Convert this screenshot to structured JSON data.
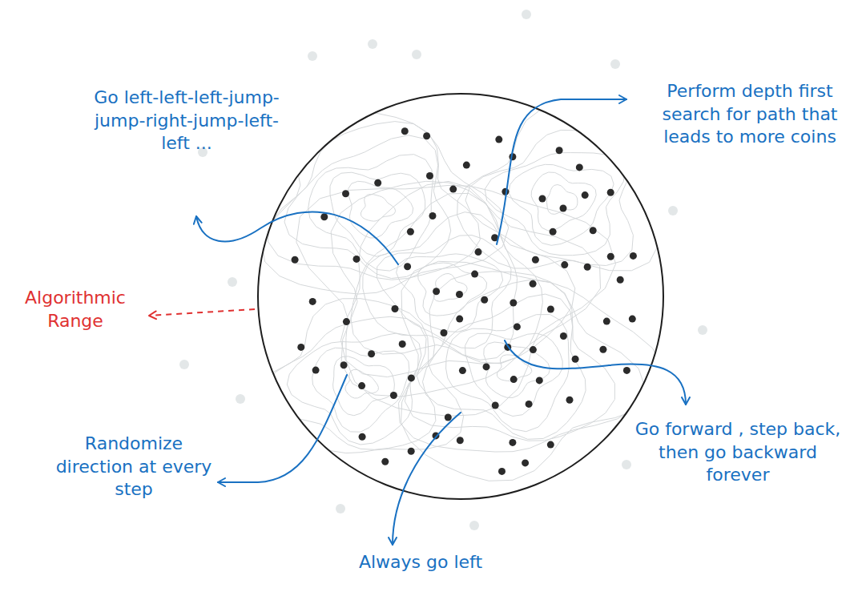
{
  "diagram": {
    "labels": [
      "Go left-left-left-jump-jump-right-jump-left-left ...",
      "Perform depth first search for path that leads to more coins",
      "Algorithmic Range",
      "Randomize direction at every step",
      "Always go left",
      "Go forward , step back, then go backward forever"
    ]
  }
}
